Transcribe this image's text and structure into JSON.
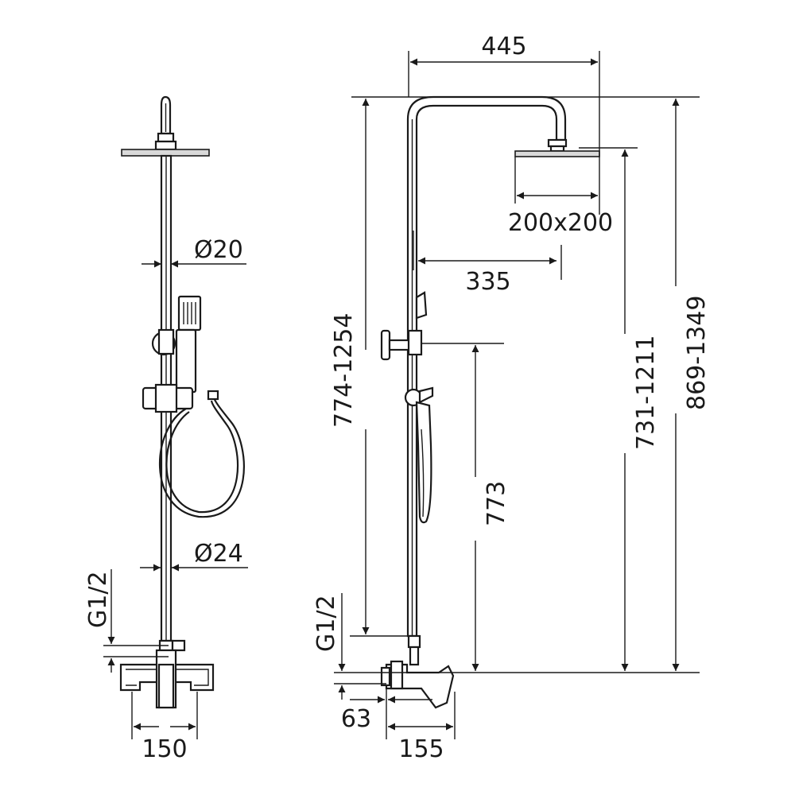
{
  "front_view": {
    "pipe_diameter_upper": "Ø20",
    "pipe_diameter_lower": "Ø24",
    "thread_label": "G1/2",
    "mixer_width": "150"
  },
  "side_view": {
    "arm_reach": "445",
    "head_size": "200x200",
    "handshower_offset": "335",
    "bar_height_range": "774-1254",
    "slider_height": "773",
    "head_height_range": "731-1211",
    "total_height_range": "869-1349",
    "thread_label": "G1/2",
    "inlet_offset": "63",
    "mixer_depth": "155"
  }
}
